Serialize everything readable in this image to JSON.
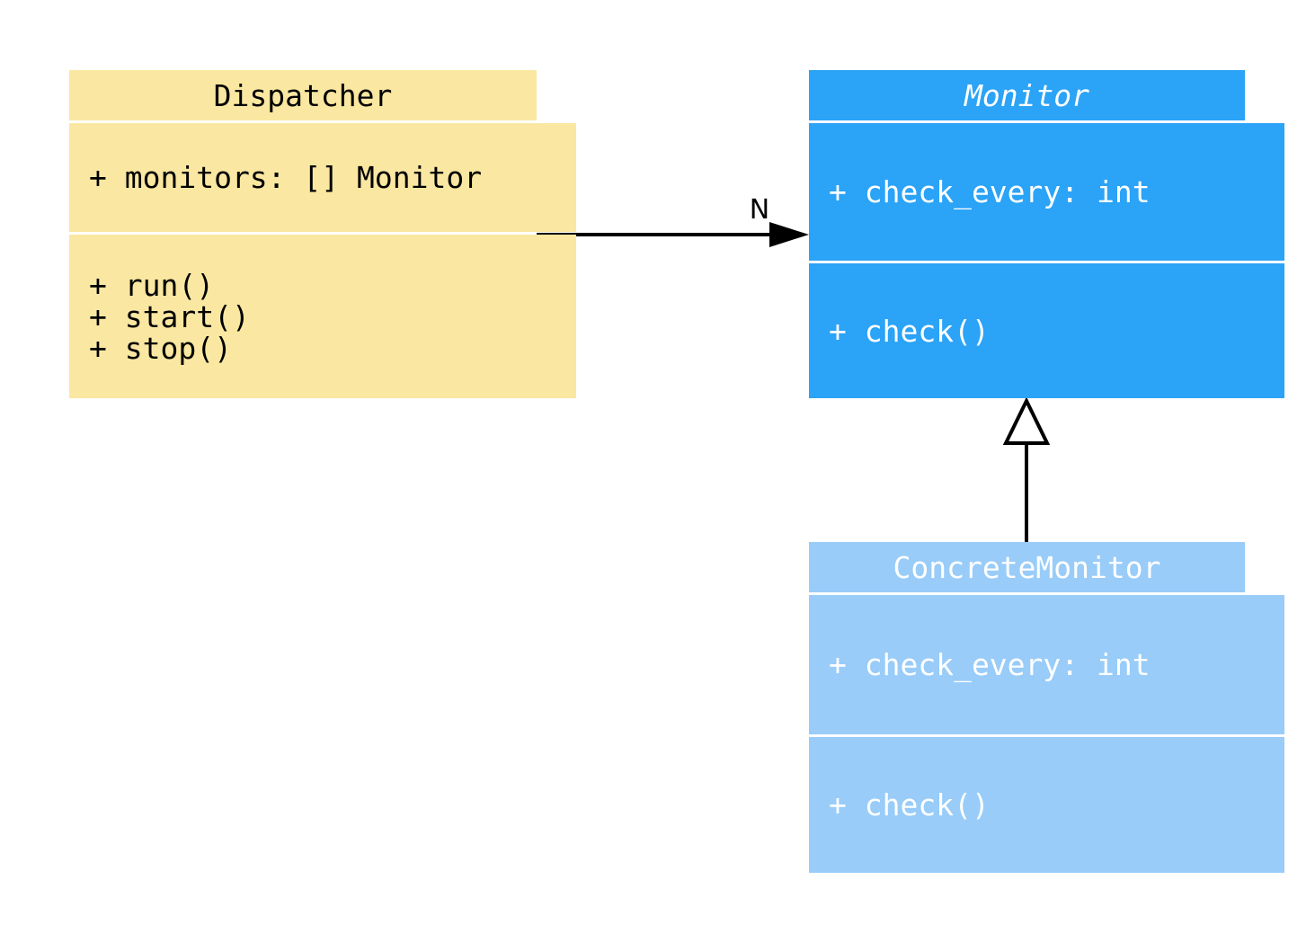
{
  "diagram": {
    "type": "uml-class-diagram",
    "classes": {
      "dispatcher": {
        "name": "Dispatcher",
        "abstract": false,
        "attributes": [
          "+ monitors: [] Monitor"
        ],
        "methods": [
          "+ run()",
          "+ start()",
          "+ stop()"
        ],
        "fill": "#FAE7A1",
        "text_color": "#000000"
      },
      "monitor": {
        "name": "Monitor",
        "abstract": true,
        "attributes": [
          "+ check_every: int"
        ],
        "methods": [
          "+ check()"
        ],
        "fill": "#2BA3F7",
        "text_color": "#FFFFFF"
      },
      "concrete_monitor": {
        "name": "ConcreteMonitor",
        "abstract": false,
        "attributes": [
          "+ check_every: int"
        ],
        "methods": [
          "+ check()"
        ],
        "fill": "#99CCF8",
        "text_color": "#FFFFFF"
      }
    },
    "relations": {
      "association": {
        "from": "Dispatcher",
        "to": "Monitor",
        "label": "N"
      },
      "inheritance": {
        "from": "ConcreteMonitor",
        "to": "Monitor"
      }
    }
  }
}
